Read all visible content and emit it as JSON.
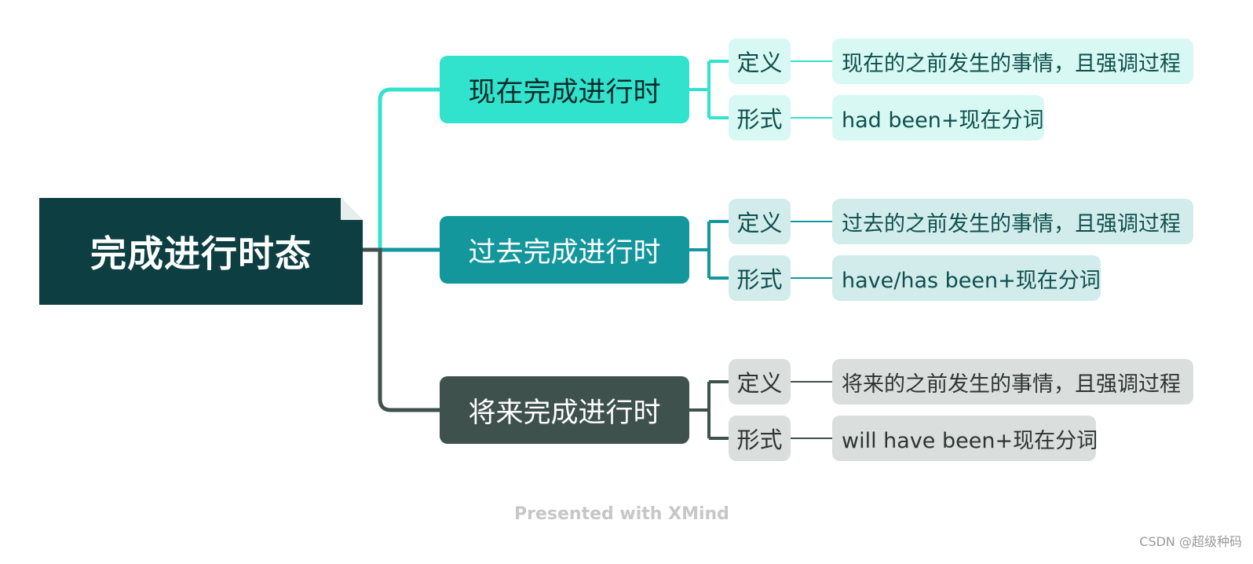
{
  "root": {
    "title": "完成进行时态"
  },
  "branches": [
    {
      "title": "现在完成进行时",
      "items": [
        {
          "label": "定义",
          "value": "现在的之前发生的事情，且强调过程"
        },
        {
          "label": "形式",
          "value": "had been+现在分词"
        }
      ]
    },
    {
      "title": "过去完成进行时",
      "items": [
        {
          "label": "定义",
          "value": "过去的之前发生的事情，且强调过程"
        },
        {
          "label": "形式",
          "value": "have/has been+现在分词"
        }
      ]
    },
    {
      "title": "将来完成进行时",
      "items": [
        {
          "label": "定义",
          "value": "将来的之前发生的事情，且强调过程"
        },
        {
          "label": "形式",
          "value": "will have been+现在分词"
        }
      ]
    }
  ],
  "colors": {
    "root": "#0d3e41",
    "branch1": "#31e2cc",
    "branch2": "#13979c",
    "branch3": "#3f514d"
  },
  "footer": "Presented with XMind",
  "watermark": "CSDN @超级种码"
}
